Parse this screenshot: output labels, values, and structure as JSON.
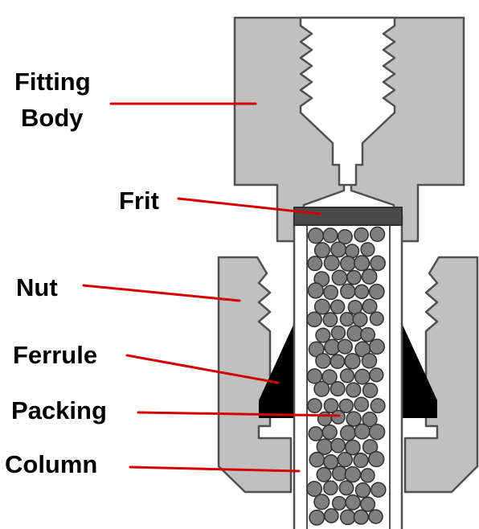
{
  "labels": {
    "fitting_body_line1": "Fitting",
    "fitting_body_line2": "Body",
    "frit": "Frit",
    "nut": "Nut",
    "ferrule": "Ferrule",
    "packing": "Packing",
    "column": "Column"
  },
  "colors": {
    "body_fill": "#c0c0c0",
    "outline": "#505050",
    "frit_fill": "#4a4a4a",
    "ferrule_fill": "#000000",
    "bead_fill": "#7f7f7f",
    "bead_stroke": "#303030",
    "leader_line": "#d40000",
    "background": "#ffffff"
  }
}
